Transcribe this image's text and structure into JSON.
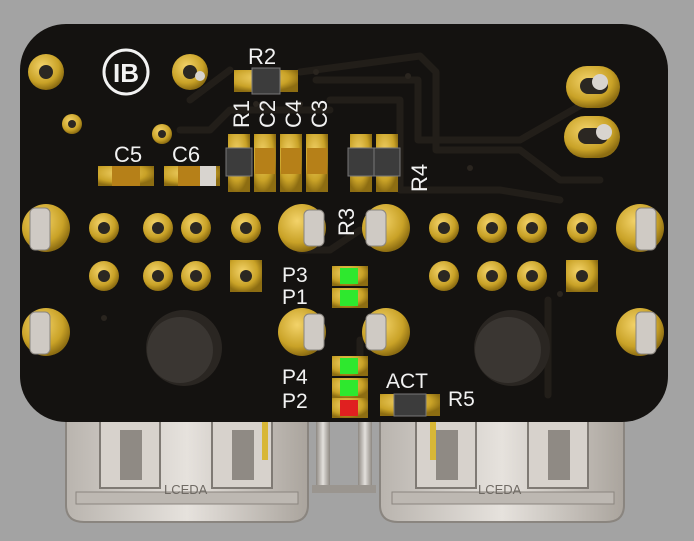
{
  "board": {
    "logo_text": "IB",
    "watermark": "LCEDA",
    "labels": {
      "r2": "R2",
      "r1": "R1",
      "c2": "C2",
      "c4": "C4",
      "c3": "C3",
      "c5": "C5",
      "c6": "C6",
      "r4": "R4",
      "r3": "R3",
      "p3": "P3",
      "p1": "P1",
      "p4": "P4",
      "p2": "P2",
      "act": "ACT",
      "r5": "R5"
    }
  },
  "colors": {
    "background": "#a3a3a3",
    "board": "#141210",
    "gold": "#c9a227",
    "silkscreen": "#f2f2f2",
    "led_green": "#2ee82e",
    "led_red": "#e02020",
    "connector_metal": "#cfcac4"
  }
}
